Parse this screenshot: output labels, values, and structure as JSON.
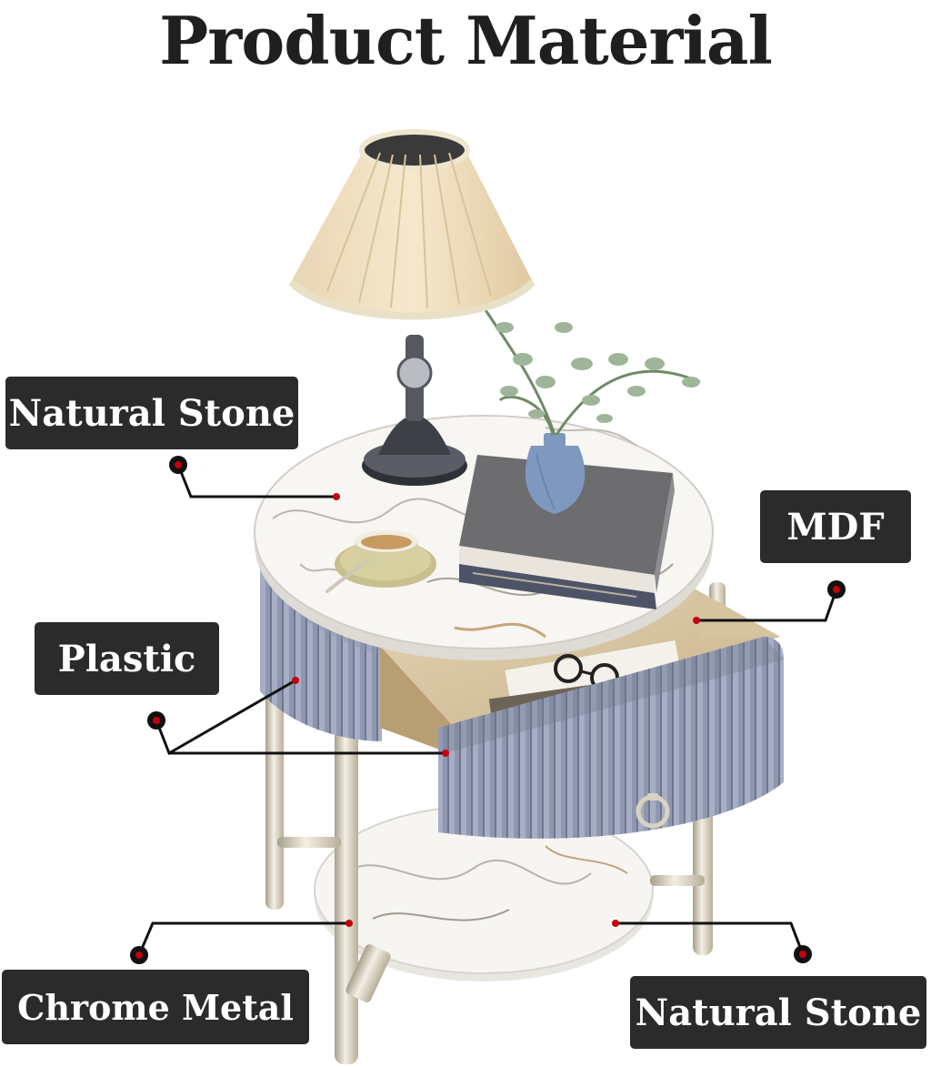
{
  "page": {
    "title": "Product Material"
  },
  "labels": {
    "natural_stone_top": "Natural Stone",
    "mdf": "MDF",
    "plastic": "Plastic",
    "chrome_metal": "Chrome Metal",
    "natural_stone_bottom": "Natural Stone"
  },
  "colors": {
    "label_background": "#2b2b2b",
    "label_text": "#ffffff",
    "callout_dot": "#c40010",
    "table_body": "#8f97b0",
    "marble": "#f4f3f0",
    "chrome": "#cfc8b8"
  },
  "product": {
    "depicted": "round-side-table-with-drawer",
    "items_on_top": [
      "table-lamp",
      "potted-plant",
      "book-stack",
      "coffee-cup"
    ]
  }
}
